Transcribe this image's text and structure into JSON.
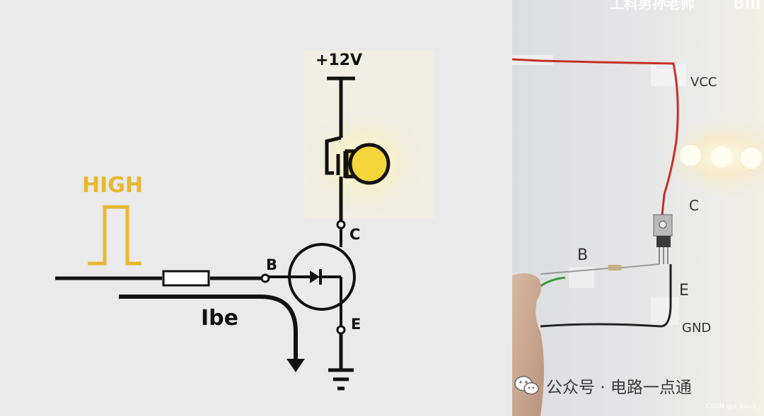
{
  "circuit": {
    "supply_label": "+12V",
    "signal_label": "HIGH",
    "base_label": "B",
    "collector_label": "C",
    "emitter_label": "E",
    "current_label": "Ibe"
  },
  "photo": {
    "labels": {
      "vcc": "VCC",
      "c": "C",
      "b": "B",
      "e": "E",
      "gnd": "GND"
    },
    "watermark_top": "工科男孙老师",
    "watermark_top_logo": "Bili"
  },
  "footer": {
    "wechat_text": "公众号 · 电路一点通",
    "csdn_credit": "CSDN @a_black_"
  },
  "colors": {
    "signal_yellow": "#e8b830",
    "bulb_yellow": "#f4d63a",
    "wire_red": "#c4302a",
    "line_black": "#111111"
  }
}
